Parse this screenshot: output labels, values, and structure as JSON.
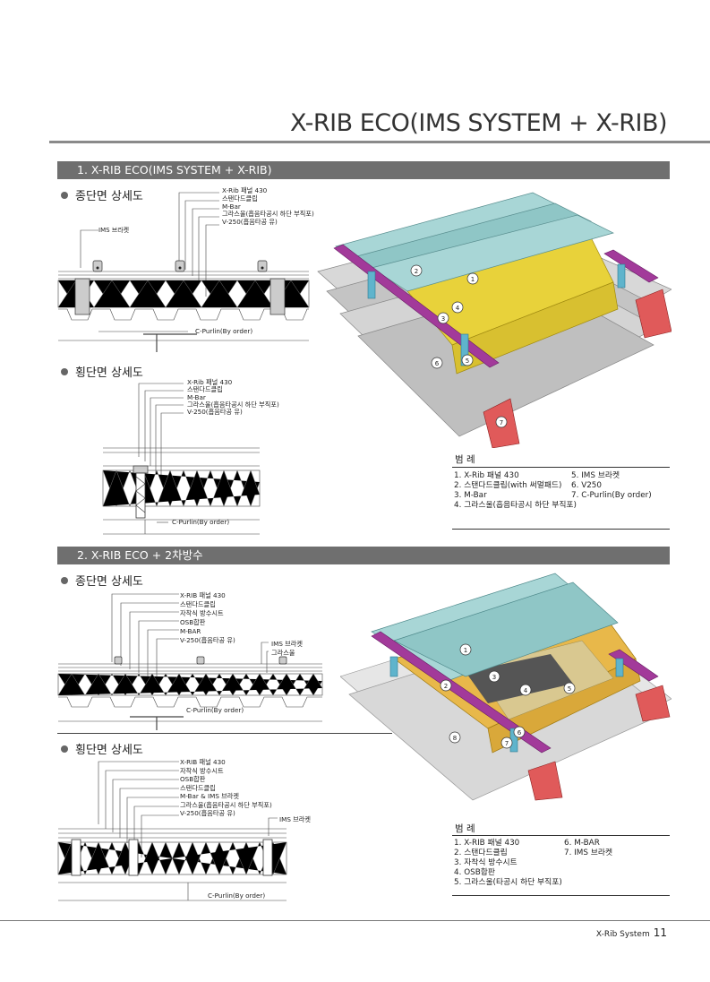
{
  "page": {
    "title": "X-RIB ECO(IMS SYSTEM + X-RIB)",
    "footer_brand": "X-Rib System",
    "page_number": "11"
  },
  "section1": {
    "header": "1. X-RIB ECO(IMS SYSTEM + X-RIB)",
    "long_title": "종단면 상세도",
    "long_labels": [
      "X-Rib 패널 430",
      "스탠다드클립",
      "M-Bar",
      "그라스울(흡음타공시 하단 부직포)",
      "V-250(흡음타공 유)"
    ],
    "long_side_label": "IMS 브라켓",
    "long_purlin": "C-Purlin(By order)",
    "cross_title": "횡단면 상세도",
    "cross_labels": [
      "X-Rib 패널 430",
      "스탠다드클립",
      "M-Bar",
      "그라스울(흡음타공시 하단 부직포)",
      "V-250(흡음타공 유)"
    ],
    "cross_purlin": "C-Purlin(By order)",
    "iso_numbers": [
      "1",
      "2",
      "3",
      "4",
      "5",
      "6",
      "7"
    ],
    "legend_title": "범 례",
    "legend_left": [
      "1. X-Rib 패널 430",
      "2. 스탠다드클립(with 써멀패드)",
      "3. M-Bar",
      "4. 그라스울(흡음타공시 하단 부직포)"
    ],
    "legend_right": [
      "5. IMS 브라켓",
      "6. V250",
      "7. C-Purlin(By order)"
    ]
  },
  "section2": {
    "header": "2. X-RIB ECO + 2차방수",
    "long_title": "종단면 상세도",
    "long_labels": [
      "X-RIB 패널 430",
      "스탠다드클립",
      "자착식 방수시트",
      "OSB합판",
      "M-BAR",
      "V-250(흡음타공 유)"
    ],
    "long_side_labels": [
      "IMS 브라켓",
      "그라스울"
    ],
    "long_purlin": "C-Purlin(By order)",
    "cross_title": "횡단면 상세도",
    "cross_labels": [
      "X-RIB 패널 430",
      "자착식 방수시트",
      "OSB합판",
      "스탠다드클립",
      "M-Bar & IMS 브라켓",
      "그라스울(흡음타공시 하단 부직포)",
      "V-250(흡음타공 유)"
    ],
    "cross_side_label": "IMS 브라켓",
    "cross_purlin": "C-Purlin(By order)",
    "iso_numbers": [
      "1",
      "2",
      "3",
      "4",
      "5",
      "6",
      "7",
      "8"
    ],
    "legend_title": "범 례",
    "legend_left": [
      "1. X-RIB 패널 430",
      "2. 스탠다드클립",
      "3. 자착식 방수시트",
      "4. OSB합판",
      "5. 그라스울(타공시 하단 부직포)"
    ],
    "legend_right": [
      "6. M-BAR",
      "7. IMS 브라켓"
    ]
  },
  "colors": {
    "panel": "#8fc6c6",
    "insulation": "#e8d23a",
    "mbar": "#a23a9a",
    "purlin": "#e05a5a",
    "bracket": "#5fb4cc",
    "header_bar": "#6f6f6f"
  }
}
